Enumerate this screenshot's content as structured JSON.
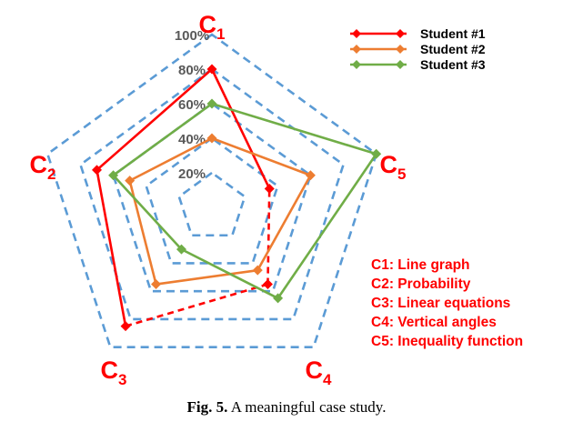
{
  "chart_data": {
    "type": "radar",
    "axes": [
      "C1",
      "C2",
      "C3",
      "C4",
      "C5"
    ],
    "tick_labels": [
      "20%",
      "40%",
      "60%",
      "80%",
      "100%"
    ],
    "range": [
      0,
      100
    ],
    "grid": true,
    "legend_position": "top-right",
    "series": [
      {
        "name": "Student #1",
        "values": [
          80,
          70,
          85,
          55,
          35
        ],
        "color": "#ff0000",
        "marker": "diamond",
        "dashed_segments": [
          "C3-C4",
          "C4-C5"
        ]
      },
      {
        "name": "Student #2",
        "values": [
          40,
          50,
          55,
          45,
          60
        ],
        "color": "#ed7d31",
        "marker": "diamond",
        "dashed_segments": []
      },
      {
        "name": "Student #3",
        "values": [
          60,
          60,
          30,
          65,
          100
        ],
        "color": "#70ad47",
        "marker": "diamond",
        "dashed_segments": []
      }
    ],
    "criteria": [
      "C1: Line graph",
      "C2: Probability",
      "C3: Linear equations",
      "C4: Vertical angles",
      "C5: Inequality function"
    ]
  },
  "colors": {
    "grid": "#5b9bd5",
    "axis_label": "#ff0000",
    "criteria_text": "#ff0000",
    "tick_label": "#595959"
  },
  "caption": {
    "label": "Fig. 5.",
    "text": "A meaningful case study."
  }
}
